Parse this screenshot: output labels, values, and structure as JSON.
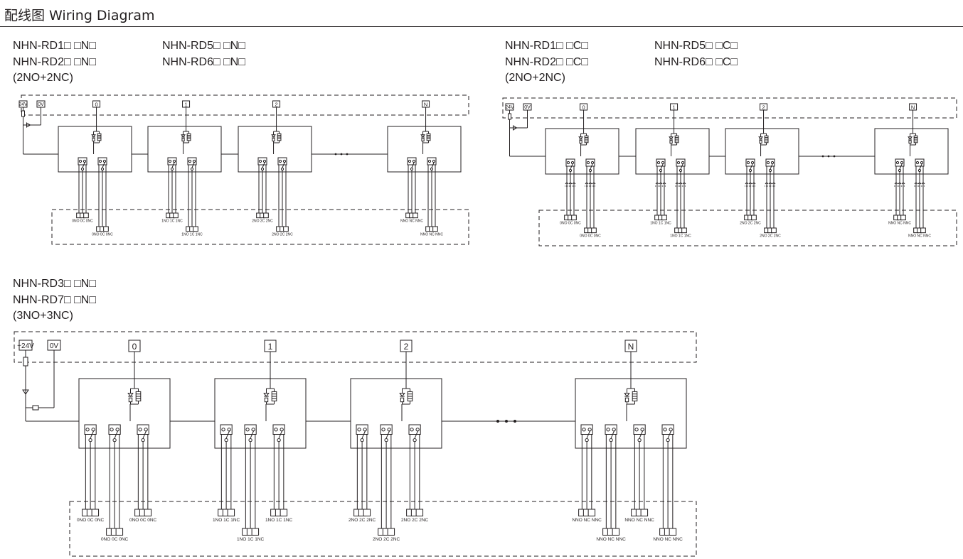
{
  "header": {
    "title": "配线图 Wiring Diagram"
  },
  "panels": {
    "top_left": {
      "models_col1": [
        "NHN-RD1□ □N□",
        "NHN-RD2□ □N□"
      ],
      "models_col2": [
        "NHN-RD5□ □N□",
        "NHN-RD6□ □N□"
      ],
      "contacts": "(2NO+2NC)",
      "power_terminals": [
        "24V",
        "0V"
      ],
      "station_labels": [
        "0",
        "1",
        "2",
        "N"
      ],
      "terminal_rows": [
        {
          "upper": "0NO 0C 0NC",
          "lower": "0NO 0C 0NC"
        },
        {
          "upper": "1NO 1C 1NC",
          "lower": "1NO 1C 1NC"
        },
        {
          "upper": "2NO 2C 2NC",
          "lower": "2NO 2C 2NC"
        },
        {
          "upper": "NNO NC NNC",
          "lower": "NNO NC NNC"
        }
      ]
    },
    "top_right": {
      "models_col1": [
        "NHN-RD1□ □C□",
        "NHN-RD2□ □C□"
      ],
      "models_col2": [
        "NHN-RD5□ □C□",
        "NHN-RD6□ □C□"
      ],
      "contacts": "(2NO+2NC)",
      "power_terminals": [
        "24V",
        "0V"
      ],
      "station_labels": [
        "0",
        "1",
        "2",
        "N"
      ],
      "terminal_rows": [
        {
          "upper": "0NO 0C 0NC",
          "lower": "0NO 0C 0NC"
        },
        {
          "upper": "1NO 1C 1NC",
          "lower": "1NO 1C 1NC"
        },
        {
          "upper": "2NO 2C 2NC",
          "lower": "2NO 2C 2NC"
        },
        {
          "upper": "NNO NC NNC",
          "lower": "NNO NC NNC"
        }
      ]
    },
    "bottom": {
      "models_col1": [
        "NHN-RD3□ □N□",
        "NHN-RD7□ □N□"
      ],
      "contacts": "(3NO+3NC)",
      "power_terminals": [
        "+24V",
        "0V"
      ],
      "station_labels": [
        "0",
        "1",
        "2",
        "N"
      ],
      "terminal_rows": [
        {
          "upper": [
            "0NO 0C 0NC",
            "0NO 0C 0NC"
          ],
          "lower": "0NO 0C 0NC"
        },
        {
          "upper": [
            "1NO 1C 1NC",
            "1NO 1C 1NC"
          ],
          "lower": "1NO 1C 1NC"
        },
        {
          "upper": [
            "2NO 2C 2NC",
            "2NO 2C 2NC"
          ],
          "lower": "2NO 2C 2NC"
        },
        {
          "upper": [
            "NNO NC NNC",
            "NNO NC NNC"
          ],
          "lower": "NNO NC NNC"
        }
      ]
    }
  }
}
